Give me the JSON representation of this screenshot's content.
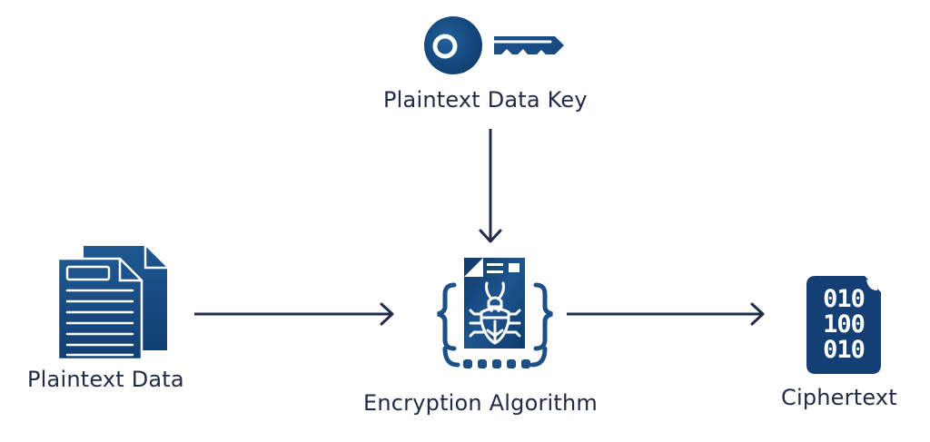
{
  "diagram": {
    "title": "Encryption flow",
    "colors": {
      "icon_primary": "#1b4f86",
      "icon_dark": "#0f3a6b",
      "arrow": "#232b4a",
      "text": "#222a45",
      "background": "#ffffff"
    },
    "nodes": [
      {
        "id": "key",
        "label": "Plaintext Data Key",
        "icon": "key-icon"
      },
      {
        "id": "plaintext",
        "label": "Plaintext Data",
        "icon": "documents-icon"
      },
      {
        "id": "algorithm",
        "label": "Encryption Algorithm",
        "icon": "bug-document-code-icon"
      },
      {
        "id": "ciphertext",
        "label": "Ciphertext",
        "icon": "binary-file-icon"
      }
    ],
    "ciphertext_icon_lines": [
      "010",
      "100",
      "010"
    ],
    "edges": [
      {
        "from": "key",
        "to": "algorithm",
        "direction": "down"
      },
      {
        "from": "plaintext",
        "to": "algorithm",
        "direction": "right"
      },
      {
        "from": "algorithm",
        "to": "ciphertext",
        "direction": "right"
      }
    ]
  }
}
